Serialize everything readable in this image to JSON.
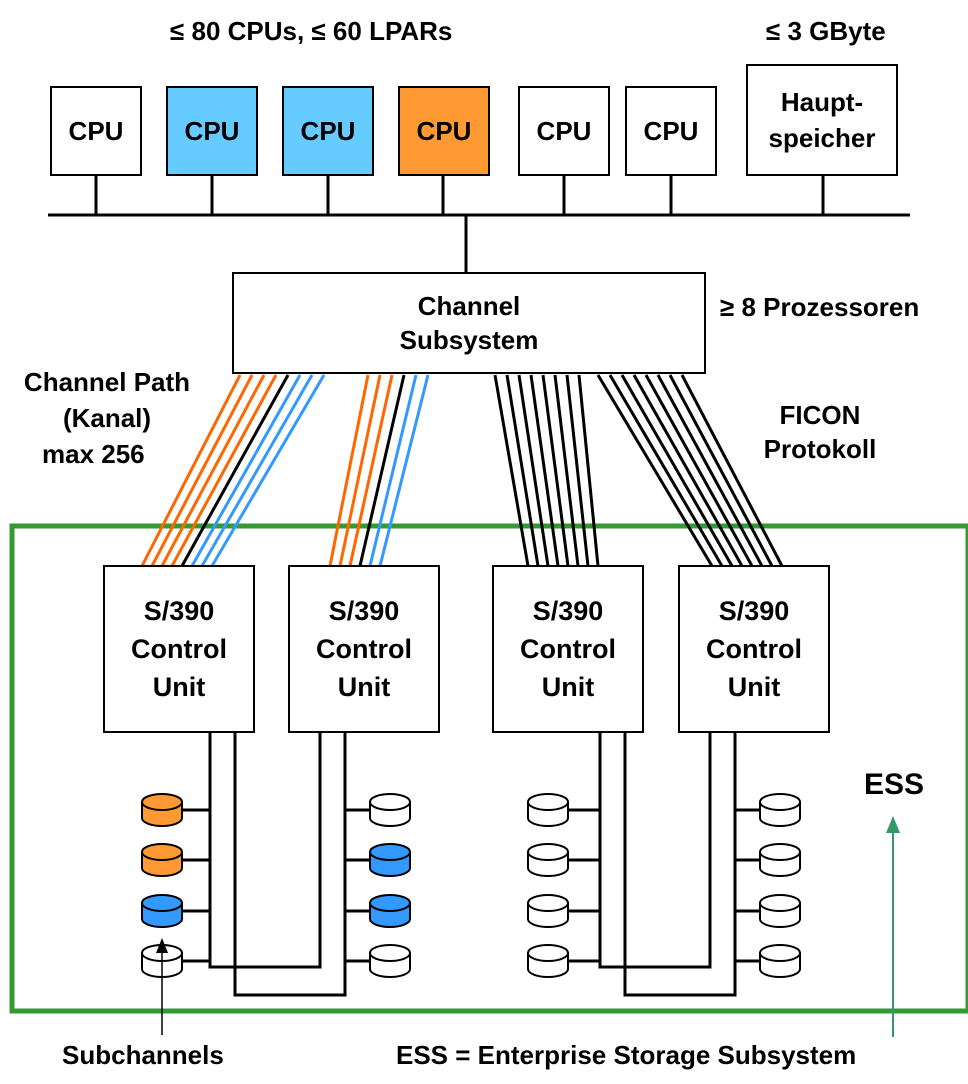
{
  "header": {
    "cpu_lpar_label": "≤ 80 CPUs, ≤ 60 LPARs",
    "memory_size_label": "≤ 3 GByte"
  },
  "cpus": [
    {
      "label": "CPU",
      "color": "#ffffff"
    },
    {
      "label": "CPU",
      "color": "#66ccff"
    },
    {
      "label": "CPU",
      "color": "#66ccff"
    },
    {
      "label": "CPU",
      "color": "#ff9933"
    },
    {
      "label": "CPU",
      "color": "#ffffff"
    },
    {
      "label": "CPU",
      "color": "#ffffff"
    }
  ],
  "memory": {
    "line1": "Haupt-",
    "line2": "speicher"
  },
  "channel_subsystem": {
    "line1": "Channel",
    "line2": "Subsystem",
    "processors_label": "≥ 8 Prozessoren"
  },
  "channel_path": {
    "line1": "Channel Path",
    "line2": "(Kanal)",
    "line3": "max 256"
  },
  "ficon": {
    "line1": "FICON",
    "line2": "Protokoll"
  },
  "control_units": [
    {
      "line1": "S/390",
      "line2": "Control",
      "line3": "Unit"
    },
    {
      "line1": "S/390",
      "line2": "Control",
      "line3": "Unit"
    },
    {
      "line1": "S/390",
      "line2": "Control",
      "line3": "Unit"
    },
    {
      "line1": "S/390",
      "line2": "Control",
      "line3": "Unit"
    }
  ],
  "subchannel_colors": {
    "group1": [
      "#ff9933",
      "#ff9933",
      "#3399ff",
      "#ffffff"
    ],
    "group2": [
      "#ffffff",
      "#3399ff",
      "#3399ff",
      "#ffffff"
    ],
    "group3": [
      "#ffffff",
      "#ffffff",
      "#ffffff",
      "#ffffff"
    ],
    "group4": [
      "#ffffff",
      "#ffffff",
      "#ffffff",
      "#ffffff"
    ]
  },
  "path_colors": {
    "orange": "#ff6600",
    "blue": "#3399ff",
    "black": "#000000"
  },
  "ess": {
    "label": "ESS",
    "border_color": "#339933",
    "arrow_color": "#339966",
    "definition": "ESS = Enterprise Storage Subsystem"
  },
  "subchannels_label": "Subchannels"
}
